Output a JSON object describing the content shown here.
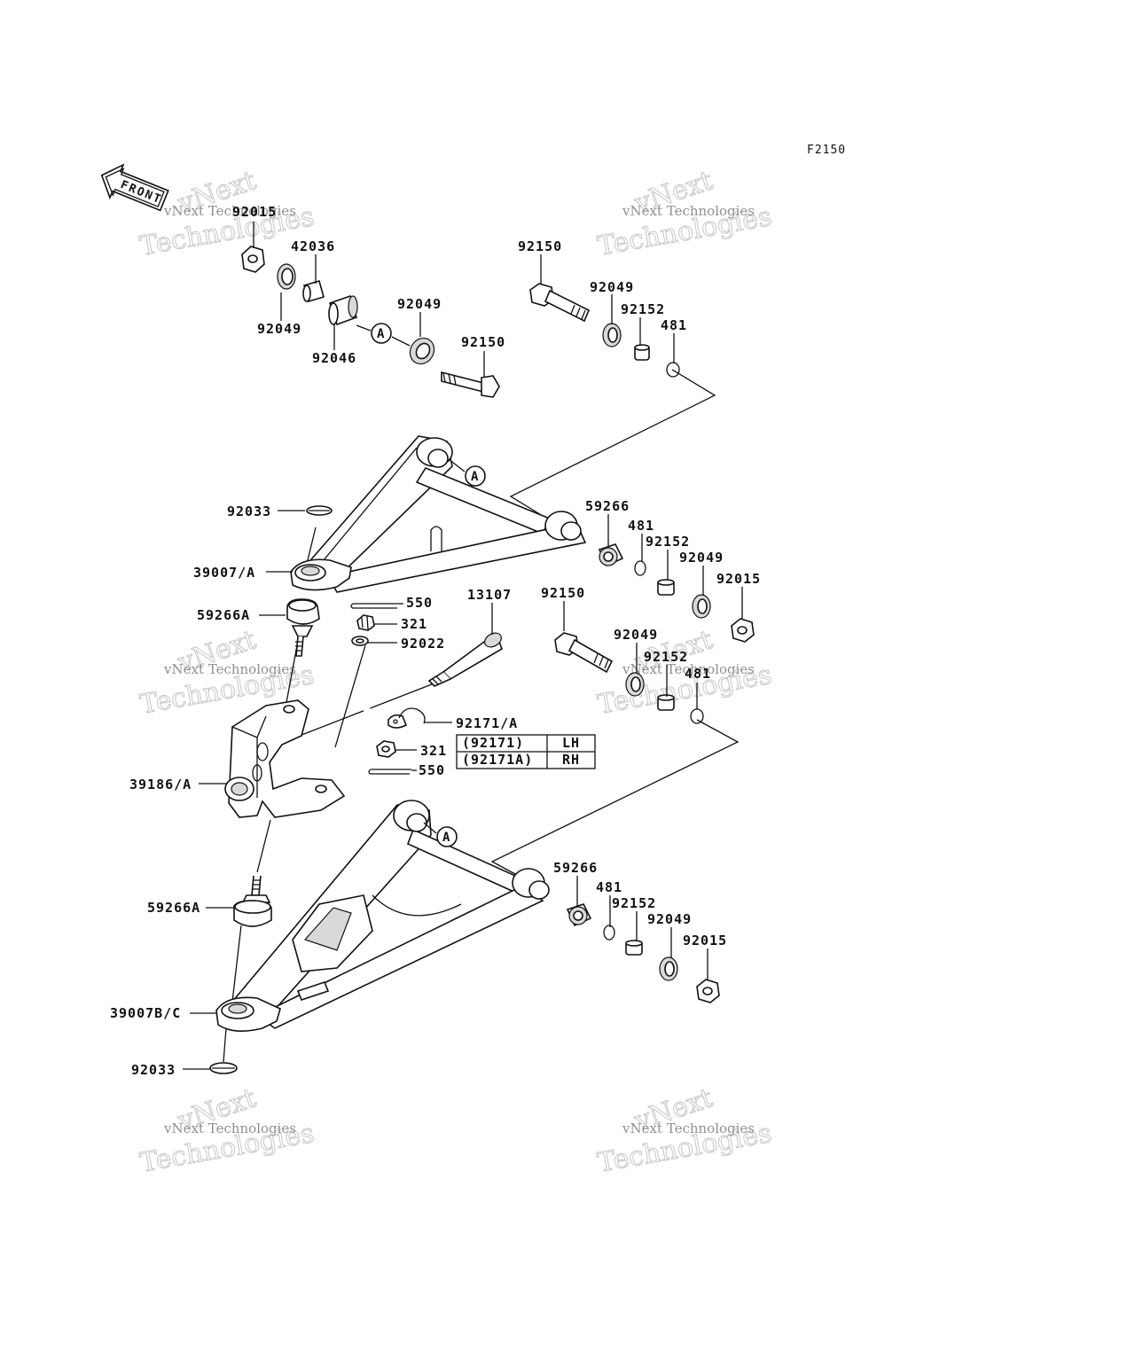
{
  "diagram": {
    "code": "F2150",
    "front_label": "FRONT",
    "ref_marker": "A",
    "watermark_line1": "vNext Technologies",
    "watermark_line2": "vNext",
    "watermark_line3": "Technologies",
    "labels": [
      {
        "id": "l01",
        "text": "92015"
      },
      {
        "id": "l02",
        "text": "42036"
      },
      {
        "id": "l03",
        "text": "92049"
      },
      {
        "id": "l04",
        "text": "92046"
      },
      {
        "id": "l05",
        "text": "92049"
      },
      {
        "id": "l06",
        "text": "92150"
      },
      {
        "id": "l07",
        "text": "92150"
      },
      {
        "id": "l08",
        "text": "92049"
      },
      {
        "id": "l09",
        "text": "92152"
      },
      {
        "id": "l10",
        "text": "481"
      },
      {
        "id": "l11",
        "text": "92033"
      },
      {
        "id": "l12",
        "text": "39007/A"
      },
      {
        "id": "l13",
        "text": "59266A"
      },
      {
        "id": "l14",
        "text": "59266"
      },
      {
        "id": "l15",
        "text": "481"
      },
      {
        "id": "l16",
        "text": "92152"
      },
      {
        "id": "l17",
        "text": "92049"
      },
      {
        "id": "l18",
        "text": "92015"
      },
      {
        "id": "l19",
        "text": "550"
      },
      {
        "id": "l20",
        "text": "321"
      },
      {
        "id": "l21",
        "text": "92022"
      },
      {
        "id": "l22",
        "text": "13107"
      },
      {
        "id": "l23",
        "text": "92150"
      },
      {
        "id": "l24",
        "text": "92049"
      },
      {
        "id": "l25",
        "text": "92152"
      },
      {
        "id": "l26",
        "text": "481"
      },
      {
        "id": "l27",
        "text": "92171/A"
      },
      {
        "id": "l28",
        "text": "321"
      },
      {
        "id": "l29",
        "text": "550"
      },
      {
        "id": "l30",
        "text": "39186/A"
      },
      {
        "id": "l31",
        "text": "59266"
      },
      {
        "id": "l32",
        "text": "481"
      },
      {
        "id": "l33",
        "text": "92152"
      },
      {
        "id": "l34",
        "text": "92049"
      },
      {
        "id": "l35",
        "text": "92015"
      },
      {
        "id": "l36",
        "text": "59266A"
      },
      {
        "id": "l37",
        "text": "39007B/C"
      },
      {
        "id": "l38",
        "text": "92033"
      }
    ],
    "variant_table": [
      {
        "part": "(92171)",
        "side": "LH"
      },
      {
        "part": "(92171A)",
        "side": "RH"
      }
    ]
  }
}
